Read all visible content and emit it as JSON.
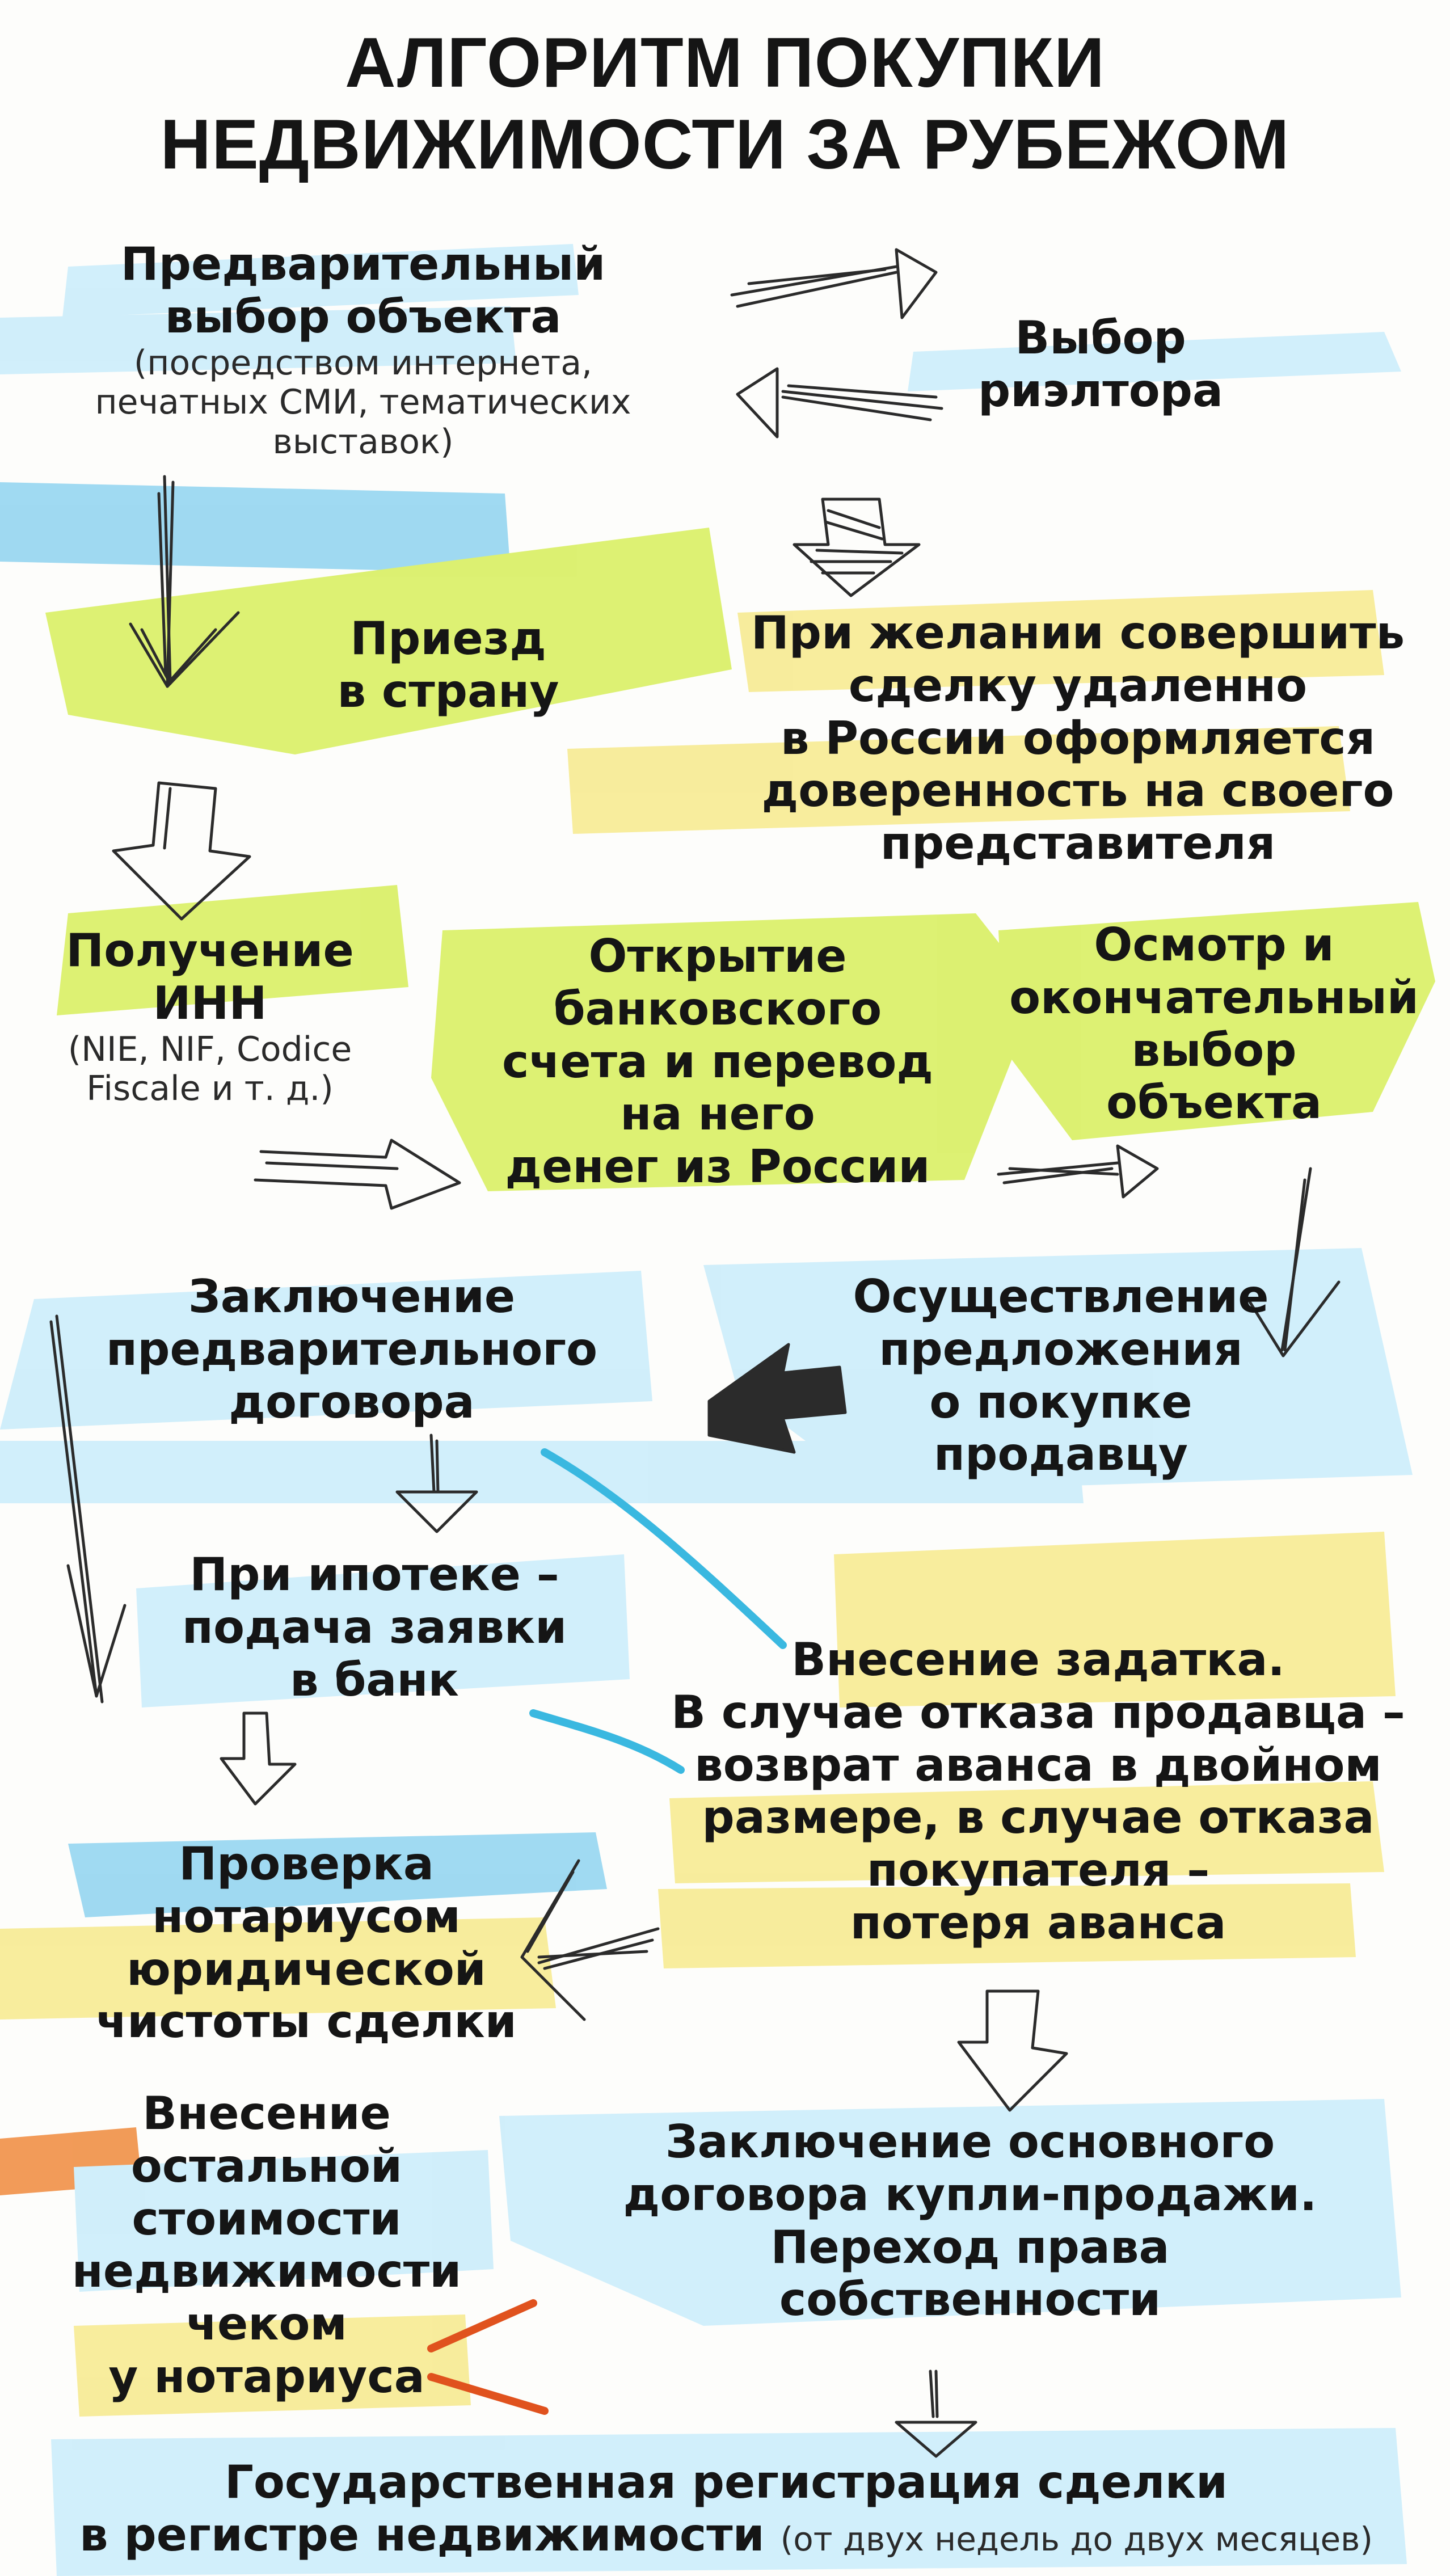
{
  "title": {
    "line1": "АЛГОРИТМ ПОКУПКИ",
    "line2": "НЕДВИЖИМОСТИ ЗА РУБЕЖОМ"
  },
  "steps": {
    "preliminary_choice": {
      "l1": "Предварительный",
      "l2": "выбор объекта",
      "n1": "(посредством интернета,",
      "n2": "печатных СМИ, тематических",
      "n3": "выставок)"
    },
    "realtor_choice": {
      "l1": "Выбор",
      "l2": "риэлтора"
    },
    "arrival": {
      "l1": "Приезд",
      "l2": "в страну"
    },
    "power_of_attorney": {
      "l1": "При желании совершить",
      "l2": "сделку удаленно",
      "l3": "в России оформляется",
      "l4": "доверенность на своего",
      "l5": "представителя"
    },
    "tax_id": {
      "l1": "Получение",
      "l2": "ИНН",
      "n1": "(NIE, NIF, Codice",
      "n2": "Fiscale и т. д.)"
    },
    "bank_account": {
      "l1": "Открытие",
      "l2": "банковского",
      "l3": "счета и перевод",
      "l4": "на него",
      "l5": "денег из России"
    },
    "inspection": {
      "l1": "Осмотр и",
      "l2": "окончательный",
      "l3": "выбор",
      "l4": "объекта"
    },
    "offer": {
      "l1": "Осуществление",
      "l2": "предложения",
      "l3": "о покупке",
      "l4": "продавцу"
    },
    "preliminary_contract": {
      "l1": "Заключение",
      "l2": "предварительного",
      "l3": "договора"
    },
    "mortgage": {
      "l1": "При ипотеке –",
      "l2": "подача заявки",
      "l3": "в банк"
    },
    "deposit": {
      "l1": "Внесение задатка.",
      "l2": "В случае отказа продавца –",
      "l3": "возврат аванса в двойном",
      "l4": "размере, в случае отказа",
      "l5": "покупателя –",
      "l6": "потеря аванса"
    },
    "notary_check": {
      "l1": "Проверка",
      "l2": "нотариусом",
      "l3": "юридической",
      "l4": "чистоты сделки"
    },
    "remaining_payment": {
      "l1": "Внесение",
      "l2": "остальной",
      "l3": "стоимости",
      "l4": "недвижимости",
      "l5": "чеком",
      "l6": "у нотариуса"
    },
    "main_contract": {
      "l1": "Заключение основного",
      "l2": "договора купли-продажи.",
      "l3": "Переход права",
      "l4": "собственности"
    },
    "registration": {
      "l1": "Государственная регистрация сделки",
      "l2": "в регистре недвижимости",
      "note": "(от двух недель до двух месяцев)"
    }
  },
  "colors": {
    "background": "#fdfdfb",
    "text": "#151515",
    "highlight_blue": "#8fd3f0",
    "highlight_lightblue": "#c9ecfa",
    "highlight_green": "#d7ee5a",
    "highlight_yellow": "#f7ea8c",
    "highlight_orange": "#f08a3c",
    "pen_blue": "#3ab8e0",
    "pen_orange": "#e0521e",
    "pencil": "#2b2b2b"
  }
}
